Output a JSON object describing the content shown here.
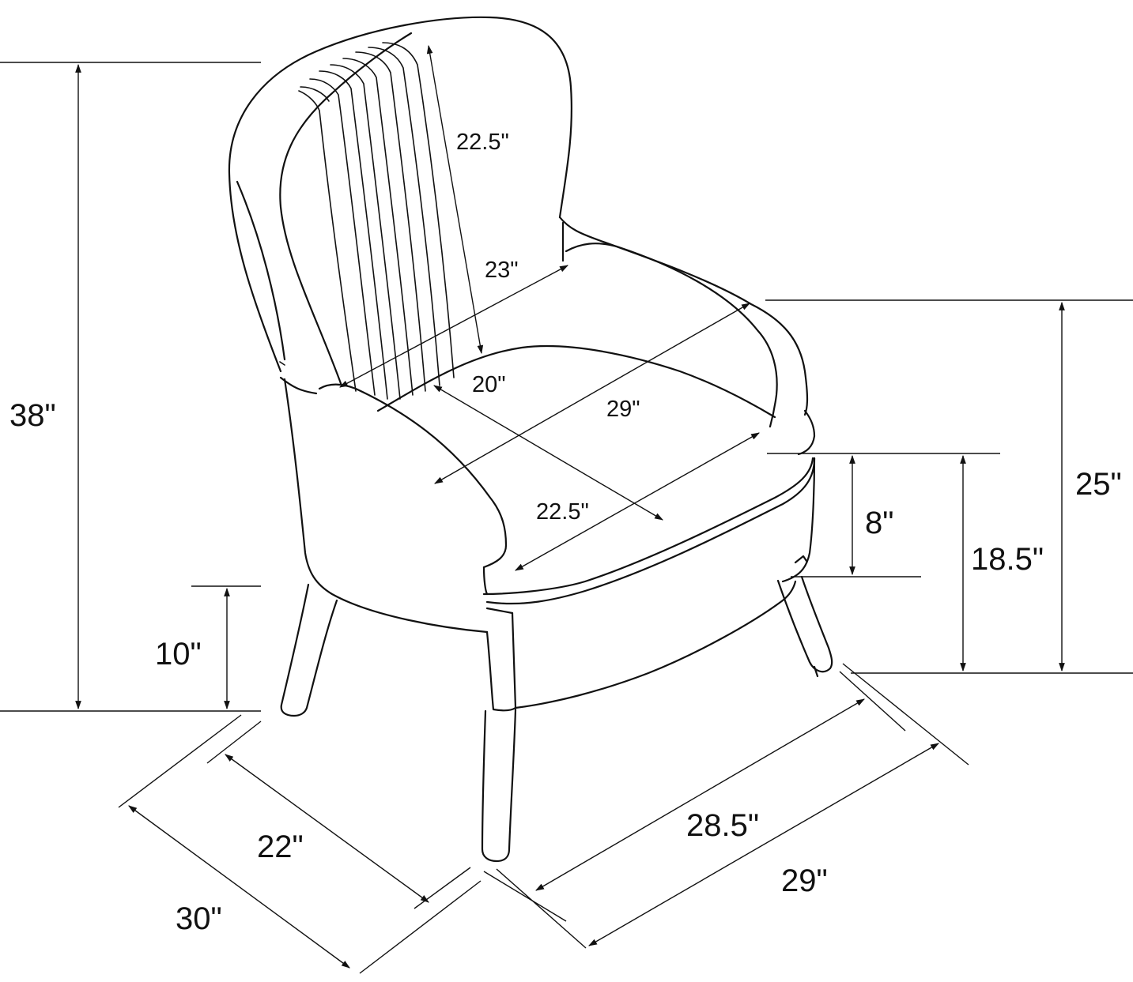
{
  "diagram": {
    "labels": {
      "back_height": "22.5\"",
      "back_width": "23\"",
      "seat_width": "20\"",
      "arm_to_arm_width": "29\"",
      "seat_depth": "22.5\"",
      "total_height": "38\"",
      "arm_height": "25\"",
      "seat_height": "18.5\"",
      "seat_thickness": "8\"",
      "leg_height": "10\"",
      "inner_depth": "22\"",
      "total_depth": "30\"",
      "inner_width": "28.5\"",
      "total_width": "29\""
    }
  }
}
